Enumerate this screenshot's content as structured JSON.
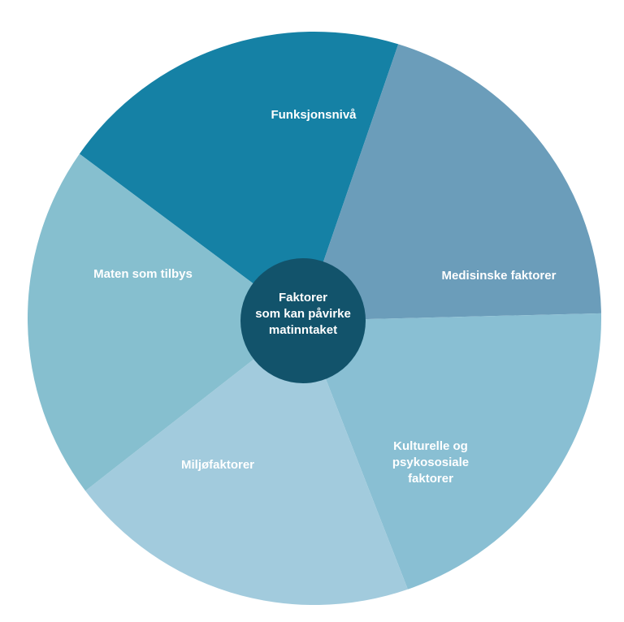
{
  "center": {
    "lines": [
      "Faktorer",
      "som kan påvirke",
      "matinntaket"
    ],
    "color": "#12536b"
  },
  "segments": [
    {
      "id": "funksjonsniva",
      "lines": [
        "Funksjonsnivå"
      ],
      "color": "#1581a5"
    },
    {
      "id": "medisinske-faktorer",
      "lines": [
        "Medisinske faktorer"
      ],
      "color": "#6b9dba"
    },
    {
      "id": "kulturelle-og-psykososiale-faktorer",
      "lines": [
        "Kulturelle og",
        "psykososiale",
        "faktorer"
      ],
      "color": "#89bfd3"
    },
    {
      "id": "miljofaktorer",
      "lines": [
        "Miljøfaktorer"
      ],
      "color": "#a2cbdd"
    },
    {
      "id": "maten-som-tilbys",
      "lines": [
        "Maten som tilbys"
      ],
      "color": "#86bfcf"
    }
  ]
}
